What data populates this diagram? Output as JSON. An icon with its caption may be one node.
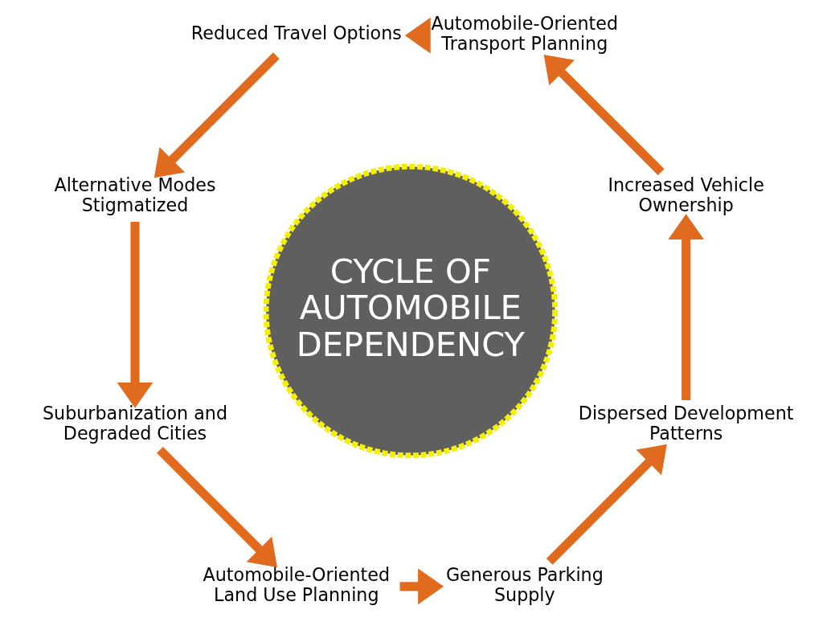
{
  "diagram": {
    "nodes": [
      {
        "text": [
          "CYCLE OF AUTOMOBILE DEPENDENCY"
        ]
      },
      {
        "text": [
          "Increased Vehicle Ownership"
        ]
      },
      {
        "text": [
          "Automobile-Oriented Transport Planning"
        ]
      },
      {
        "text": [
          "Reduced Travel Options"
        ]
      },
      {
        "text": [
          "Alternative Modes Stigmatized"
        ]
      },
      {
        "text": [
          "Suburbanization and Degraded Cities"
        ]
      },
      {
        "text": [
          "Automobile-Oriented Land Use Planning"
        ]
      },
      {
        "text": [
          "Generous Parking Supply"
        ]
      },
      {
        "text": [
          "Dispersed Development Patterns"
        ]
      }
    ],
    "edges": [
      {
        "from": 1,
        "to": 2,
        "arrow": "to"
      },
      {
        "from": 2,
        "to": 3,
        "arrow": "to"
      },
      {
        "from": 3,
        "to": 4,
        "arrow": "to"
      },
      {
        "from": 4,
        "to": 5,
        "arrow": "to"
      },
      {
        "from": 5,
        "to": 6,
        "arrow": "to"
      },
      {
        "from": 6,
        "to": 7,
        "arrow": "to"
      },
      {
        "from": 7,
        "to": 8,
        "arrow": "to"
      },
      {
        "from": 8,
        "to": 1,
        "arrow": "to"
      }
    ]
  }
}
